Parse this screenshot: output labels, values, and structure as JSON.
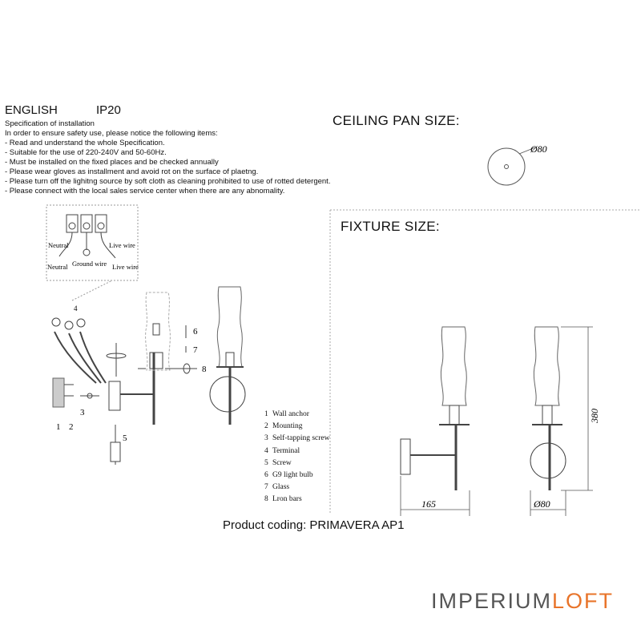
{
  "header": {
    "language": "ENGLISH",
    "ip_rating": "IP20"
  },
  "spec": {
    "title": "Specification of installation",
    "lines": [
      "In order to ensure safety use, please notice the following items:",
      "- Read and understand the whole Specification.",
      "- Suitable for the use of 220-240V and 50-60Hz.",
      "- Must be installed on the fixed places and be checked annually",
      "- Please wear gloves as installment and avoid rot on the surface of plaetng.",
      "- Please turn off the lighitng source by soft cloth as cleaning prohibited to use of rotted detergent.",
      "- Please connect with the local sales service center when there are any abnomality."
    ]
  },
  "ceiling": {
    "title": "CEILING PAN SIZE:",
    "diameter": "Ø80"
  },
  "fixture": {
    "title": "FIXTURE SIZE:",
    "width": "165",
    "height": "380",
    "diameter": "Ø80"
  },
  "wiring": {
    "neutral_top": "Neutral",
    "live_top": "Live wire",
    "neutral_bottom": "Neutral",
    "ground": "Ground wire",
    "live_bottom": "Live wire",
    "callout": "4"
  },
  "exploded": {
    "n1": "1",
    "n2": "2",
    "n3": "3",
    "n5": "5",
    "n6": "6",
    "n7": "7",
    "n8": "8"
  },
  "legend": [
    {
      "num": "1",
      "text": "Wall anchor"
    },
    {
      "num": "2",
      "text": "Mounting"
    },
    {
      "num": "3",
      "text": "Self-tapping screw"
    },
    {
      "num": "4",
      "text": "Terminal"
    },
    {
      "num": "5",
      "text": "Screw"
    },
    {
      "num": "6",
      "text": "G9 light bulb"
    },
    {
      "num": "7",
      "text": "Glass"
    },
    {
      "num": "8",
      "text": "Lron bars"
    }
  ],
  "product": {
    "coding": "Product coding: PRIMAVERA AP1"
  },
  "brand": {
    "part1": "IMPERIUM",
    "part2": "LOFT",
    "color1": "#555555",
    "color2": "#e8742a"
  }
}
